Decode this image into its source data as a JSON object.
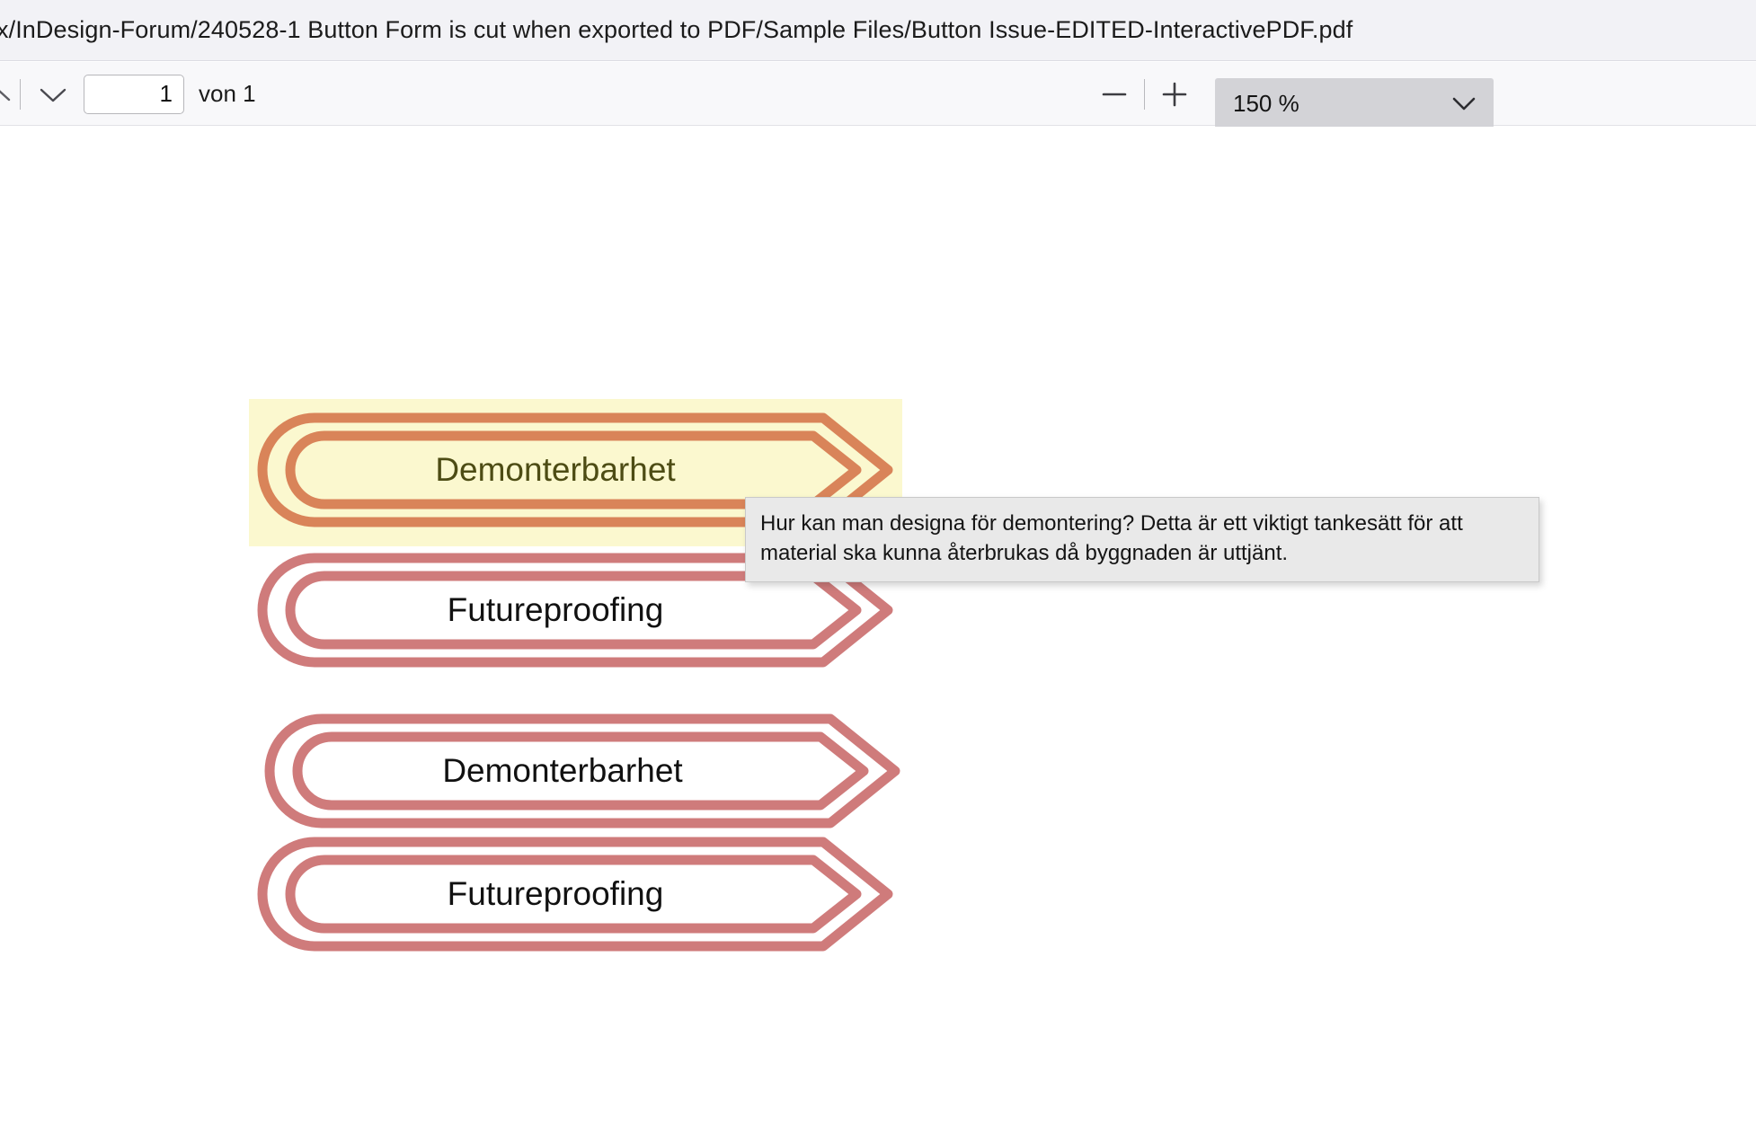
{
  "window": {
    "title": "x/InDesign-Forum/240528-1 Button Form is cut when exported to PDF/Sample Files/Button Issue-EDITED-InteractivePDF.pdf"
  },
  "toolbar": {
    "previous_page_icon": "chevron-up-icon",
    "next_page_icon": "chevron-down-icon",
    "page_number": "1",
    "page_total_label": "von 1",
    "zoom_out_label": "−",
    "zoom_in_label": "+",
    "zoom_level": "150 %",
    "zoom_dropdown_icon": "chevron-down-icon"
  },
  "document": {
    "buttons": [
      {
        "label": "Demonterbarhet",
        "outline_color": "#d98459",
        "text_color": "#4d4c14",
        "highlighted": true,
        "highlight_color": "#fbf8cf"
      },
      {
        "label": "Futureproofing",
        "outline_color": "#cf7b7b",
        "text_color": "#111111",
        "highlighted": false
      },
      {
        "label": "Demonterbarhet",
        "outline_color": "#cf7b7b",
        "text_color": "#111111",
        "highlighted": false
      },
      {
        "label": "Futureproofing",
        "outline_color": "#cf7b7b",
        "text_color": "#111111",
        "highlighted": false
      }
    ],
    "tooltip": {
      "text": "Hur kan man designa för demontering? Detta är ett viktigt tankesätt för att material ska kunna återbrukas då byggnaden är uttjänt."
    }
  }
}
